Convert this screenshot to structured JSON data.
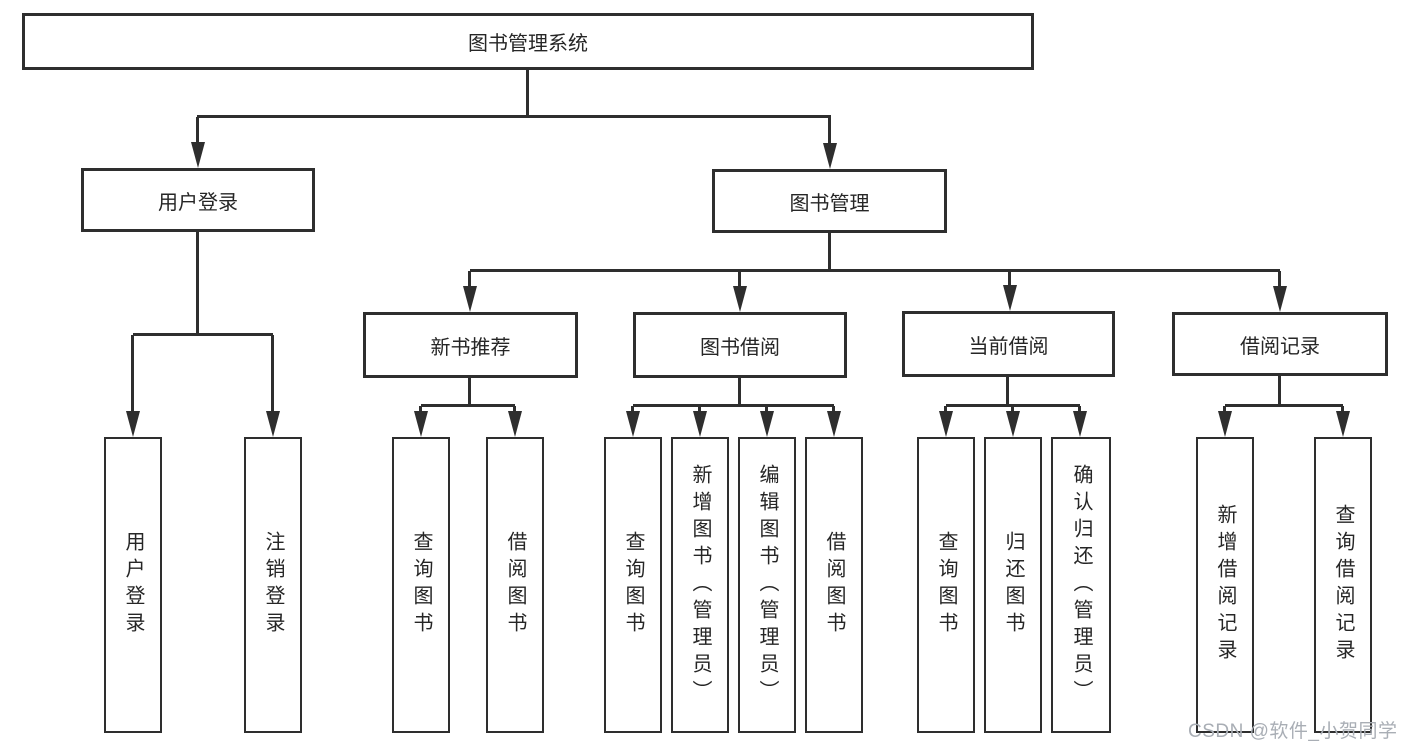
{
  "diagram": {
    "root": {
      "label": "图书管理系统"
    },
    "level2": [
      {
        "id": "user-login",
        "label": "用户登录"
      },
      {
        "id": "book-management",
        "label": "图书管理"
      }
    ],
    "level3": [
      {
        "id": "new-book-recommend",
        "label": "新书推荐"
      },
      {
        "id": "book-borrowing",
        "label": "图书借阅"
      },
      {
        "id": "current-borrowing",
        "label": "当前借阅"
      },
      {
        "id": "borrowing-records",
        "label": "借阅记录"
      }
    ],
    "leaves": {
      "user_login": [
        "用户登录",
        "注销登录"
      ],
      "new_book_recommend": [
        "查询图书",
        "借阅图书"
      ],
      "book_borrowing": [
        "查询图书",
        "新增图书（管理员）",
        "编辑图书（管理员）",
        "借阅图书"
      ],
      "current_borrowing": [
        "查询图书",
        "归还图书",
        "确认归还（管理员）"
      ],
      "borrowing_records": [
        "新增借阅记录",
        "查询借阅记录"
      ]
    },
    "watermark": "CSDN @软件_小贺同学",
    "colors": {
      "line": "#2e2e2e",
      "text": "#262626",
      "background": "#ffffff",
      "watermark": "#a9aeb5"
    }
  }
}
